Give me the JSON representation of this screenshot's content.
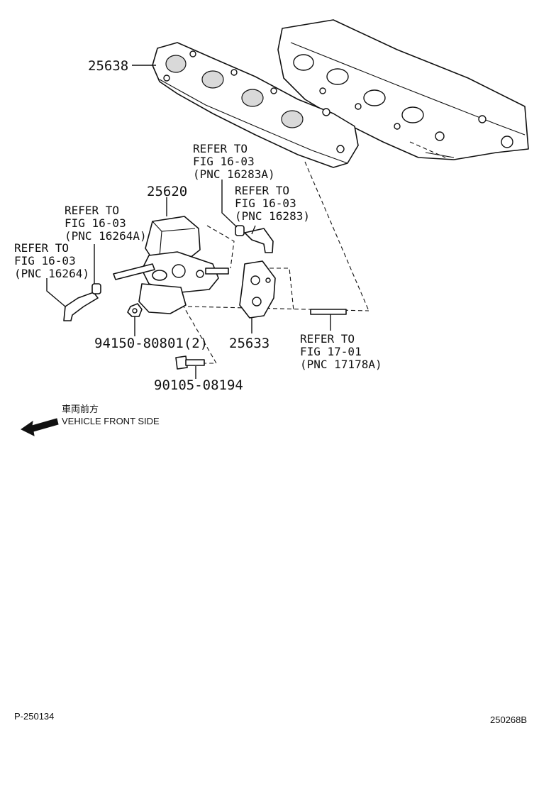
{
  "part_numbers": {
    "manifold": "25638",
    "valve": "25620",
    "gasket": "25633",
    "nut": "94150-80801(2)",
    "bolt": "90105-08194"
  },
  "references": {
    "ref_16283a": [
      "REFER TO",
      "FIG 16-03",
      "(PNC 16283A)"
    ],
    "ref_16283": [
      "REFER TO",
      "FIG 16-03",
      "(PNC 16283)"
    ],
    "ref_16264a": [
      "REFER TO",
      "FIG 16-03",
      "(PNC 16264A)"
    ],
    "ref_16264": [
      "REFER TO",
      "FIG 16-03",
      "(PNC 16264)"
    ],
    "ref_17178a": [
      "REFER TO",
      "FIG 17-01",
      "(PNC 17178A)"
    ]
  },
  "direction": {
    "japanese": "車両前方",
    "english": "VEHICLE FRONT SIDE"
  },
  "footer": {
    "left_code": "P-250134",
    "right_code": "250268B"
  }
}
